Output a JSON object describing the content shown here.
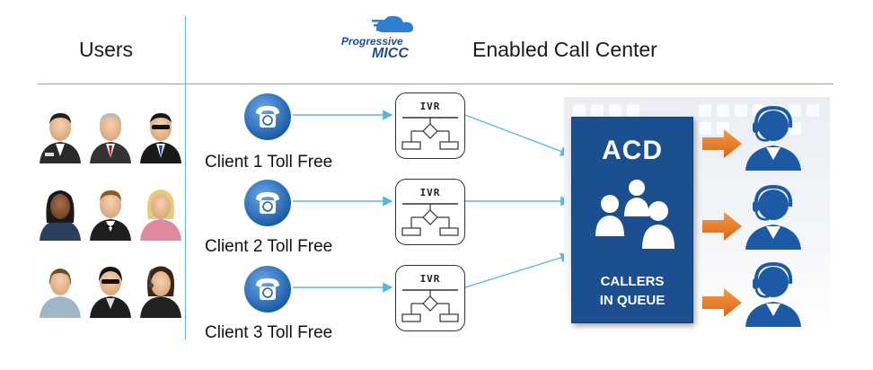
{
  "header": {
    "users_label": "Users",
    "logo_line1": "Progressive",
    "logo_line2": "MICC",
    "title": "Enabled Call Center"
  },
  "clients": [
    {
      "label": "Client 1 Toll Free",
      "ivr": "IVR"
    },
    {
      "label": "Client 2 Toll Free",
      "ivr": "IVR"
    },
    {
      "label": "Client 3 Toll Free",
      "ivr": "IVR"
    }
  ],
  "acd": {
    "title": "ACD",
    "subtitle_line1": "CALLERS",
    "subtitle_line2": "IN QUEUE"
  },
  "colors": {
    "line": "#5bb7e0",
    "acd_bg": "#1b4f8f",
    "agent_blue": "#1d5aa6",
    "arrow_orange": "#e8781f",
    "phone_blue": "#2c6fb6"
  },
  "icons": {
    "user": "person-icon",
    "phone": "phone-icon",
    "ivr": "ivr-flowchart-icon",
    "agent": "headset-agent-icon",
    "arrow": "arrow-right-icon",
    "logo": "cloud-logo-icon"
  }
}
